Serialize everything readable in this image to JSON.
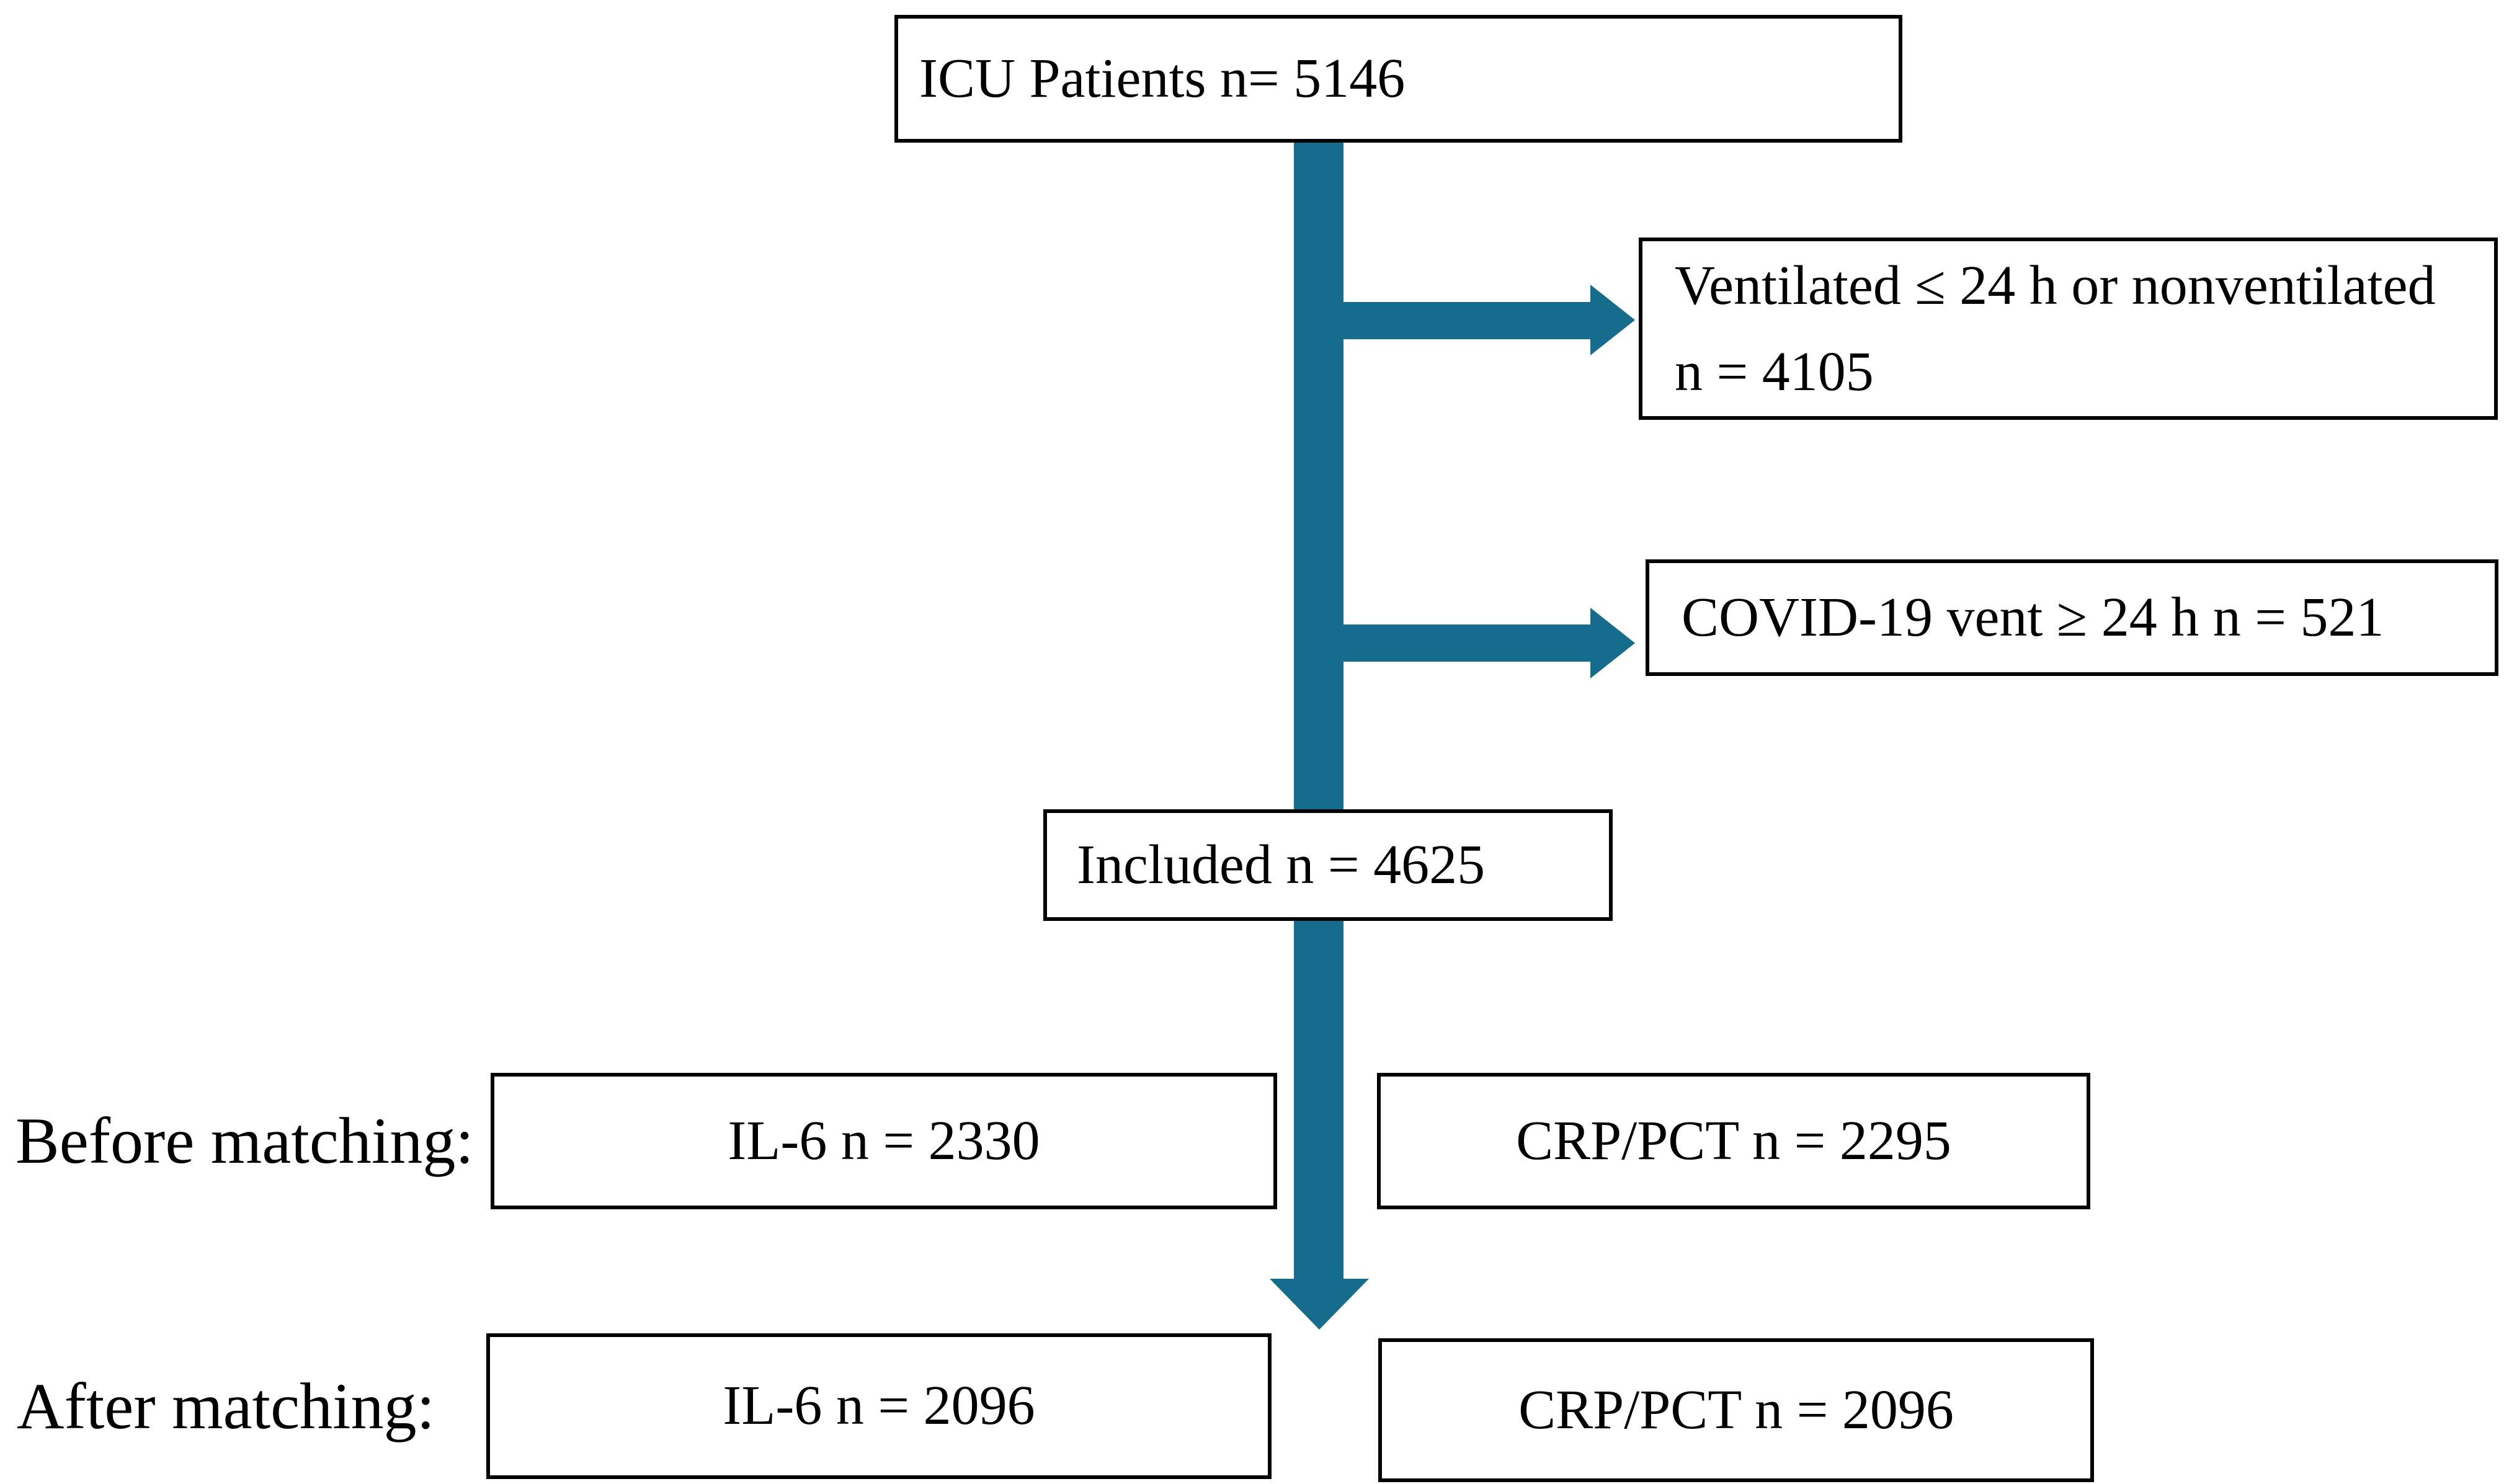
{
  "diagram": {
    "type": "flowchart",
    "accent_color": "#166C8C",
    "border_color": "#000000",
    "background_color": "#FFFFFF",
    "nodes": {
      "icu": {
        "text": "ICU Patients n= 5146"
      },
      "excluded_ventilated": {
        "line1": "Ventilated ≤ 24 h or nonventilated",
        "line2": "n = 4105"
      },
      "excluded_covid": {
        "text": "COVID-19 vent ≥ 24 h n = 521"
      },
      "included": {
        "text": "Included n = 4625"
      },
      "before_il6": {
        "text": "IL-6 n = 2330"
      },
      "before_crp": {
        "text": "CRP/PCT n = 2295"
      },
      "after_il6": {
        "text": "IL-6 n = 2096"
      },
      "after_crp": {
        "text": "CRP/PCT n = 2096"
      }
    },
    "row_labels": {
      "before": "Before matching:",
      "after": "After matching:"
    }
  }
}
